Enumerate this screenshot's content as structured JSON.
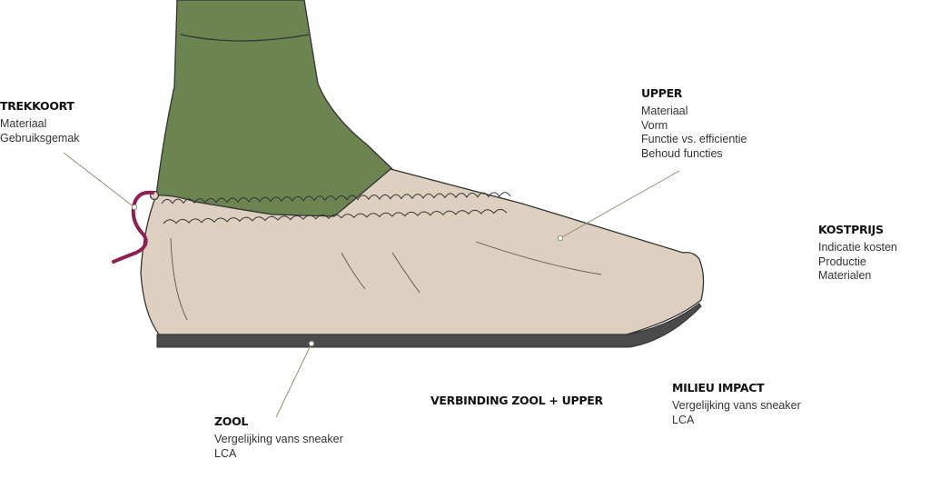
{
  "annotations": {
    "trekkoort": {
      "heading": "TREKKOORT",
      "lines": [
        "Materiaal",
        "Gebruiksgemak"
      ]
    },
    "upper": {
      "heading": "UPPER",
      "lines": [
        "Materiaal",
        "Vorm",
        "Functie vs. efficientie",
        "Behoud functies"
      ]
    },
    "kostprijs": {
      "heading": "KOSTPRIJS",
      "lines": [
        "Indicatie kosten",
        "Productie",
        "Materialen"
      ]
    },
    "zool": {
      "heading": "ZOOL",
      "lines": [
        "Vergelijking vans sneaker",
        "LCA"
      ]
    },
    "verbinding": {
      "heading": "VERBINDING ZOOL + UPPER"
    },
    "milieu": {
      "heading": "MILIEU IMPACT",
      "lines": [
        "Vergelijking vans sneaker",
        "LCA"
      ]
    }
  },
  "colors": {
    "leg": "#6b8450",
    "shoe_upper": "#ddd0c0",
    "sole": "#4b4b4b",
    "drawstring": "#8e1f55",
    "outline": "#333333",
    "leader_line": "#8a9470"
  }
}
